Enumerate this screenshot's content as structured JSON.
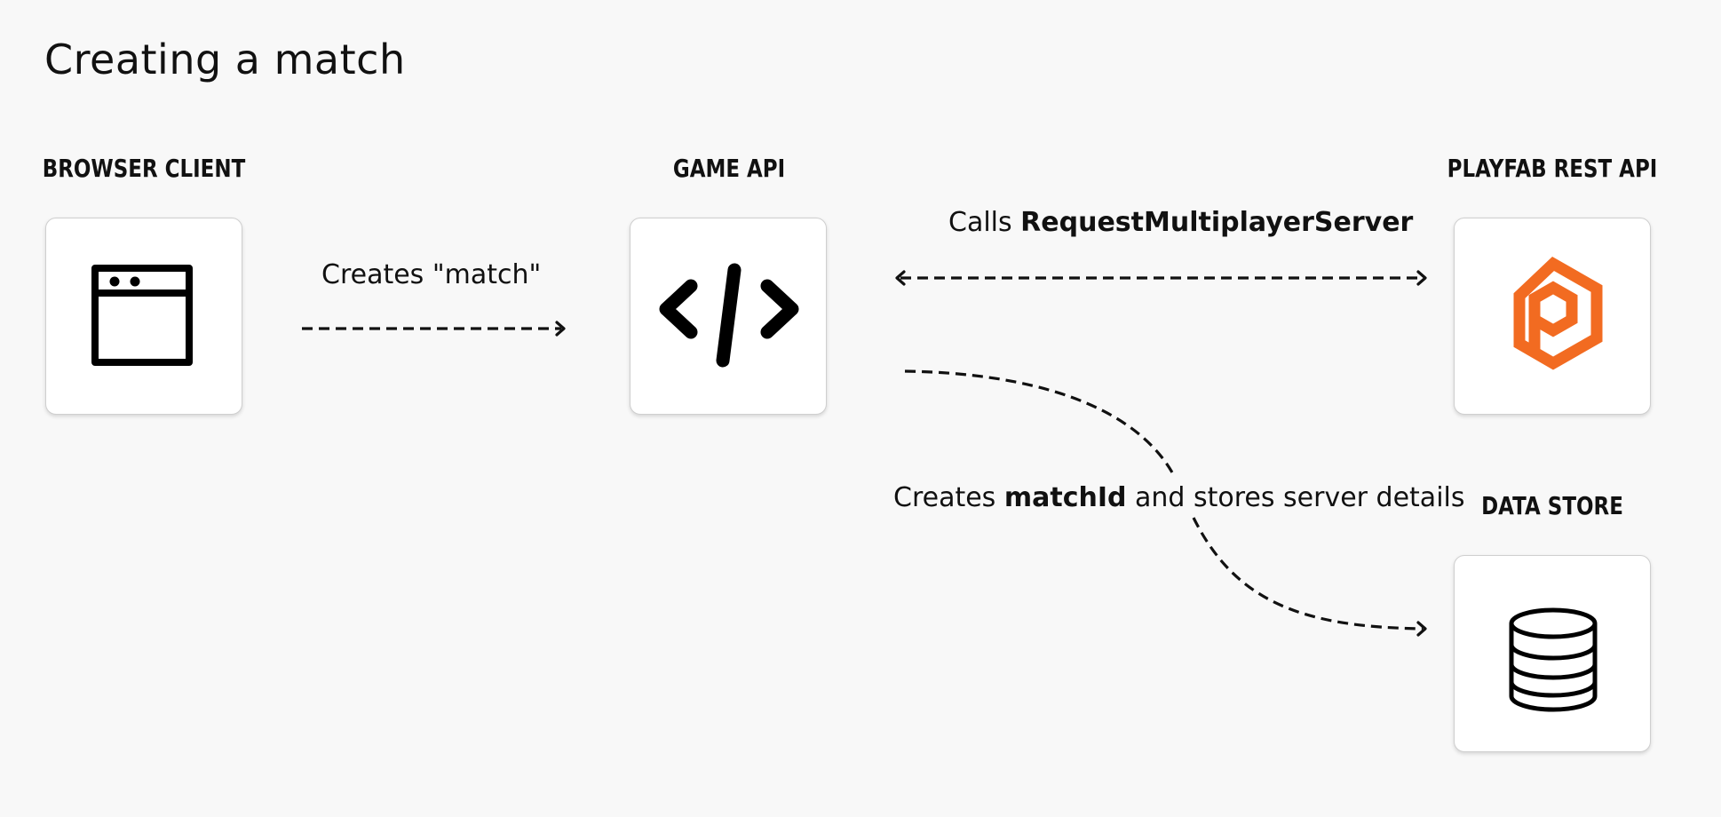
{
  "title": "Creating a match",
  "nodes": {
    "browser_client": {
      "label": "BROWSER CLIENT",
      "icon": "browser-window-icon"
    },
    "game_api": {
      "label": "GAME API",
      "icon": "code-icon"
    },
    "playfab_rest_api": {
      "label": "PLAYFAB REST API",
      "icon": "playfab-logo-icon",
      "accent": "#f26b21"
    },
    "data_store": {
      "label": "DATA STORE",
      "icon": "database-icon"
    }
  },
  "edges": {
    "create_match": {
      "text": "Creates \"match\""
    },
    "request_server": {
      "prefix": "Calls ",
      "bold": "RequestMultiplayerServer"
    },
    "store_details": {
      "prefix": "Creates ",
      "bold": "matchId",
      "suffix": " and stores server details"
    }
  }
}
